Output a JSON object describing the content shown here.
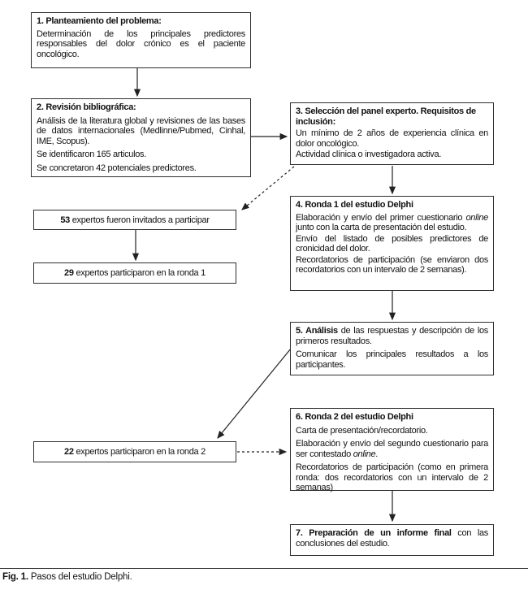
{
  "figure": {
    "caption_label": "Fig. 1.",
    "caption_text": " Pasos del estudio Delphi."
  },
  "steps": {
    "s1": {
      "title": "1. Planteamiento del problema:",
      "p1": "Determinación de los principales predictores responsables del dolor crónico es el paciente oncológico."
    },
    "s2": {
      "title": "2. Revisión bibliográfica:",
      "p1": "Análisis de la literatura global y revisiones de las bases de datos internacionales (Medlinne/Pubmed, Cinhal, IME, Scopus).",
      "p2": "Se identificaron 165 articulos.",
      "p3": "Se concretaron 42 potenciales predictores."
    },
    "s3": {
      "title": "3. Selección del panel experto. Requisitos de inclusión:",
      "p1": "Un mínimo de 2 años de experiencia clínica en dolor oncológico.",
      "p2": "Actividad clínica o investigadora activa."
    },
    "s4": {
      "title": "4. Ronda 1 del estudio Delphi",
      "p1a": "Elaboración y envío del primer cuestionario ",
      "p1b": "online",
      "p1c": " junto con la carta de presentación del estudio.",
      "p2": "Envío del listado de posibles predictores de cronicidad del dolor.",
      "p3": "Recordatorios de participación (se enviaron dos recordatorios con un intervalo de 2 semanas)."
    },
    "s5": {
      "title": "5. Análisis",
      "p1rest": " de las respuestas y descripción de los primeros resultados.",
      "p2": "Comunicar los principales resultados a los participantes."
    },
    "s6": {
      "title": "6. Ronda 2 del estudio Delphi",
      "p1": "Carta de presentación/recordatorio.",
      "p2a": "Elaboración y envío del segundo cuestionario para ser contestado ",
      "p2b": "online",
      "p2c": ".",
      "p3": "Recordatorios de participación (como en primera ronda: dos recordatorios con un intervalo de 2 semanas)"
    },
    "s7": {
      "title": "7. Preparación de un informe final",
      "p1rest": " con las conclusiones del estudio."
    }
  },
  "counts": {
    "invited": {
      "value": "53",
      "label": " expertos fueron invitados a participar"
    },
    "round1": {
      "value": "29",
      "label": " expertos participaron en la ronda 1"
    },
    "round2": {
      "value": "22",
      "label": " expertos participaron en la ronda 2"
    }
  },
  "colors": {
    "border": "#2e2e2e",
    "text": "#111111",
    "background": "#ffffff"
  }
}
